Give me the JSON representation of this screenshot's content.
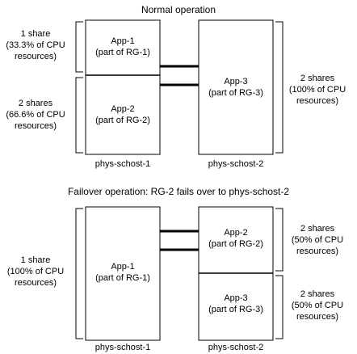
{
  "normal": {
    "title": "Normal operation",
    "node1": {
      "name": "phys-schost-1",
      "app_top": {
        "line1": "App-1",
        "line2": "(part of RG-1)"
      },
      "app_bottom": {
        "line1": "App-2",
        "line2": "(part of RG-2)"
      },
      "share_top": {
        "line1": "1 share",
        "line2": "(33.3% of CPU",
        "line3": "resources)"
      },
      "share_bottom": {
        "line1": "2 shares",
        "line2": "(66.6% of CPU",
        "line3": "resources)"
      }
    },
    "node2": {
      "name": "phys-schost-2",
      "app": {
        "line1": "App-3",
        "line2": "(part of RG-3)"
      },
      "share": {
        "line1": "2 shares",
        "line2": "(100% of CPU",
        "line3": "resources)"
      }
    }
  },
  "failover": {
    "title": "Failover operation: RG-2 fails over to phys-schost-2",
    "node1": {
      "name": "phys-schost-1",
      "app": {
        "line1": "App-1",
        "line2": "(part of RG-1)"
      },
      "share": {
        "line1": "1 share",
        "line2": "(100% of CPU",
        "line3": "resources)"
      }
    },
    "node2": {
      "name": "phys-schost-2",
      "app_top": {
        "line1": "App-2",
        "line2": "(part of RG-2)"
      },
      "app_bottom": {
        "line1": "App-3",
        "line2": "(part of RG-3)"
      },
      "share_top": {
        "line1": "2 shares",
        "line2": "(50% of CPU",
        "line3": "resources)"
      },
      "share_bottom": {
        "line1": "2 shares",
        "line2": "(50% of CPU",
        "line3": "resources)"
      }
    }
  }
}
